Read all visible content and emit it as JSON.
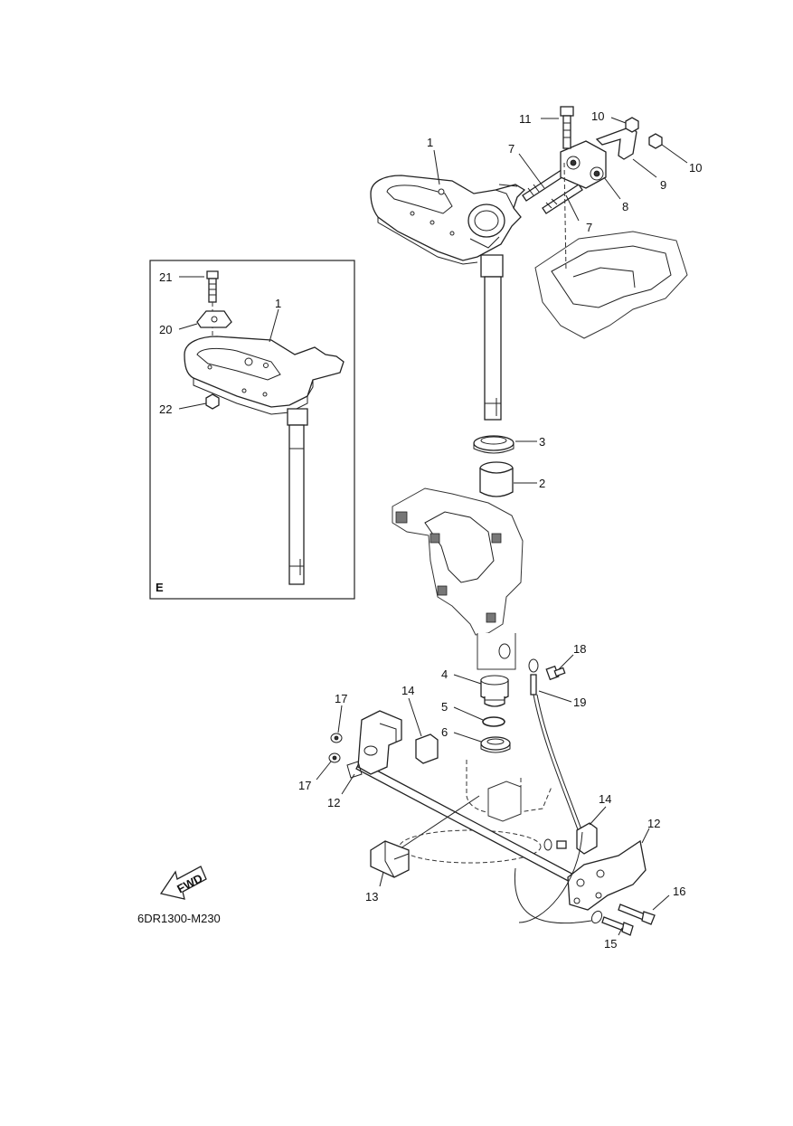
{
  "diagram": {
    "code": "6DR1300-M230",
    "fwd_label": "FWD",
    "inset_label": "E",
    "callouts": [
      {
        "id": "c1",
        "text": "1"
      },
      {
        "id": "c1b",
        "text": "1"
      },
      {
        "id": "c2",
        "text": "2"
      },
      {
        "id": "c3",
        "text": "3"
      },
      {
        "id": "c4",
        "text": "4"
      },
      {
        "id": "c5",
        "text": "5"
      },
      {
        "id": "c6",
        "text": "6"
      },
      {
        "id": "c7a",
        "text": "7"
      },
      {
        "id": "c7b",
        "text": "7"
      },
      {
        "id": "c8",
        "text": "8"
      },
      {
        "id": "c9",
        "text": "9"
      },
      {
        "id": "c10a",
        "text": "10"
      },
      {
        "id": "c10b",
        "text": "10"
      },
      {
        "id": "c11",
        "text": "11"
      },
      {
        "id": "c12a",
        "text": "12"
      },
      {
        "id": "c12b",
        "text": "12"
      },
      {
        "id": "c13",
        "text": "13"
      },
      {
        "id": "c14a",
        "text": "14"
      },
      {
        "id": "c14b",
        "text": "14"
      },
      {
        "id": "c15",
        "text": "15"
      },
      {
        "id": "c16",
        "text": "16"
      },
      {
        "id": "c17a",
        "text": "17"
      },
      {
        "id": "c17b",
        "text": "17"
      },
      {
        "id": "c18",
        "text": "18"
      },
      {
        "id": "c19",
        "text": "19"
      },
      {
        "id": "c20",
        "text": "20"
      },
      {
        "id": "c21",
        "text": "21"
      },
      {
        "id": "c22",
        "text": "22"
      }
    ]
  }
}
